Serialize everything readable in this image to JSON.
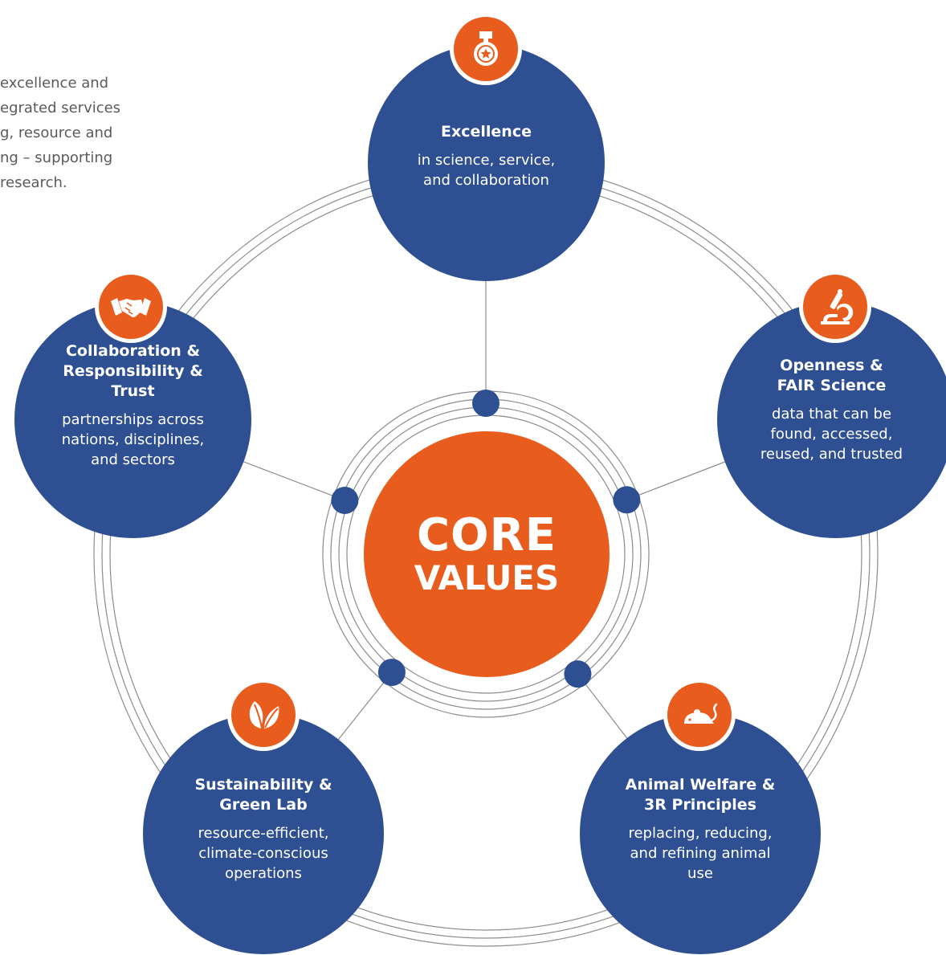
{
  "intro": {
    "lines": [
      "excellence and",
      "egrated services",
      "g, resource and",
      "ng – supporting",
      "research."
    ]
  },
  "center": {
    "line1": "CORE",
    "line2": "VALUES"
  },
  "values": [
    {
      "id": "excellence",
      "title_lines": [
        "Excellence"
      ],
      "desc_lines": [
        "in science, service,",
        "and collaboration"
      ],
      "icon": "medal-icon"
    },
    {
      "id": "openness",
      "title_lines": [
        "Openness &",
        "FAIR Science"
      ],
      "desc_lines": [
        "data that can be",
        "found, accessed,",
        "reused, and trusted"
      ],
      "icon": "microscope-icon"
    },
    {
      "id": "animal-welfare",
      "title_lines": [
        "Animal Welfare &",
        "3R Principles"
      ],
      "desc_lines": [
        "replacing, reducing,",
        "and refining animal",
        "use"
      ],
      "icon": "mouse-icon"
    },
    {
      "id": "sustainability",
      "title_lines": [
        "Sustainability &",
        "Green Lab"
      ],
      "desc_lines": [
        "resource-efficient,",
        "climate-conscious",
        "operations"
      ],
      "icon": "leaf-icon"
    },
    {
      "id": "collaboration",
      "title_lines": [
        "Collaboration &",
        "Responsibility &",
        "Trust"
      ],
      "desc_lines": [
        "partnerships across",
        "nations, disciplines,",
        "and sectors"
      ],
      "icon": "handshake-icon"
    }
  ],
  "colors": {
    "orange": "#e85d1e",
    "navy": "#2e4f91",
    "ring": "#8c8c8c",
    "text": "#5a5a5a"
  }
}
